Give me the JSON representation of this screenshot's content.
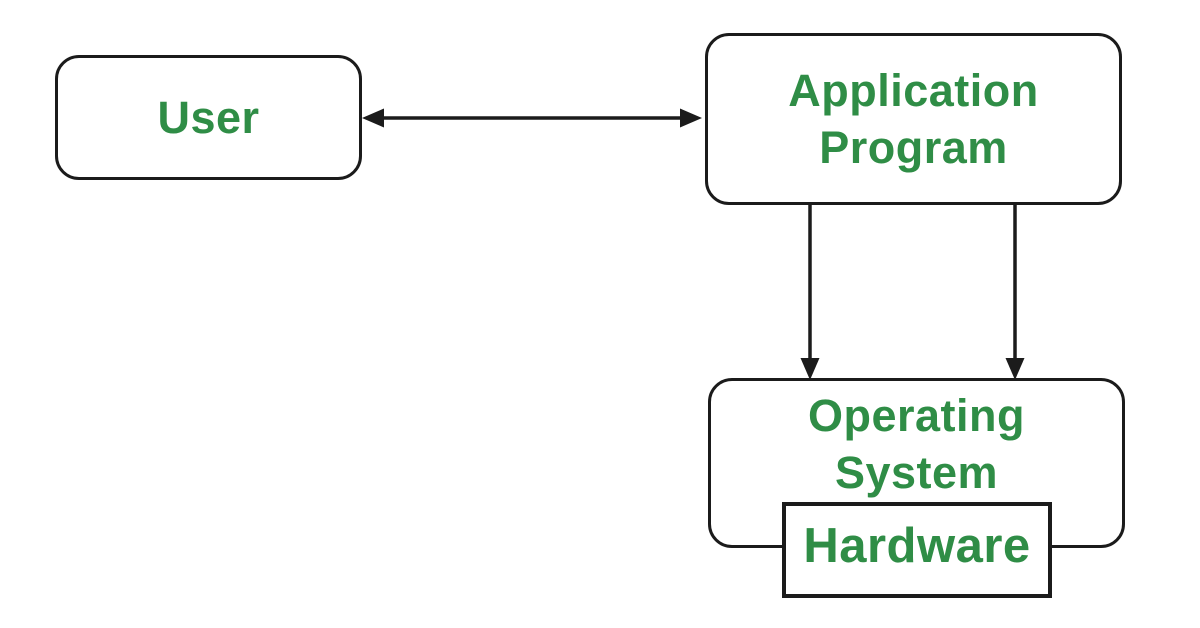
{
  "diagram": {
    "nodes": {
      "user": {
        "label": "User"
      },
      "application_program": {
        "label": "Application Program"
      },
      "operating_system": {
        "label": "Operating System"
      },
      "hardware": {
        "label": "Hardware"
      }
    },
    "edges": [
      {
        "id": "user-application",
        "from": "user",
        "to": "application_program",
        "style": "double-headed",
        "orientation": "horizontal"
      },
      {
        "id": "application-os-left",
        "from": "application_program",
        "to": "operating_system",
        "style": "single-headed",
        "orientation": "vertical-down"
      },
      {
        "id": "application-os-right",
        "from": "application_program",
        "to": "operating_system",
        "style": "single-headed",
        "orientation": "vertical-down"
      }
    ],
    "colors": {
      "label": "#2F8D46",
      "stroke": "#1B1B1B",
      "background": "#FFFFFF"
    }
  }
}
